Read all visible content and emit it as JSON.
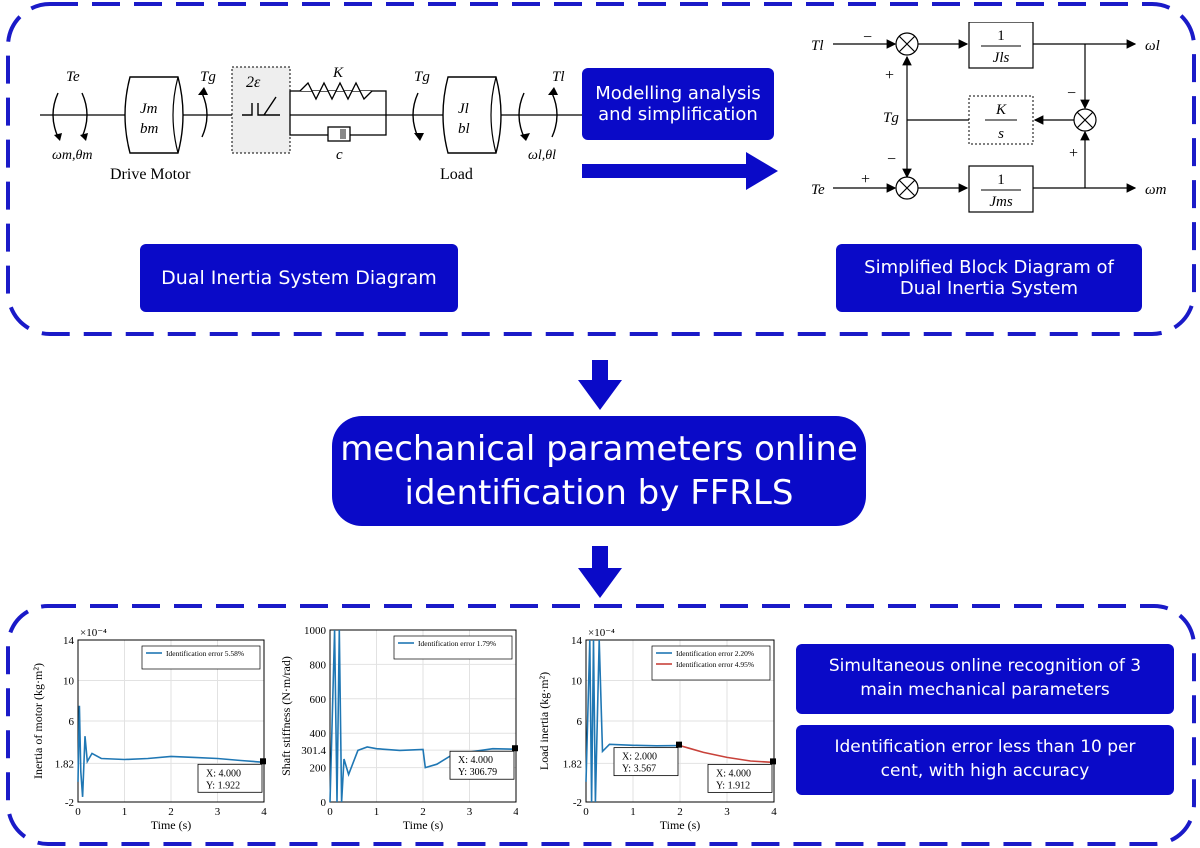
{
  "colors": {
    "accent": "#0a0ac8",
    "series_blue": "#1f77b4",
    "series_red": "#c8423a",
    "panel_fill": "#ffffff"
  },
  "top_panel": {
    "label_dual_inertia": "Dual Inertia System Diagram",
    "label_modelling": "Modelling analysis\nand simplification",
    "label_block_diagram": "Simplified Block Diagram of\nDual Inertia System",
    "mech": {
      "drive_motor": "Drive Motor",
      "load": "Load",
      "te": "Te",
      "tg1": "Tg",
      "tg2": "Tg",
      "tl": "Tl",
      "jm": "Jm",
      "bm": "bm",
      "jl": "Jl",
      "bl": "bl",
      "backlash": "2ε",
      "spring": "K",
      "damper": "c",
      "omega_m": "ωm,θm",
      "omega_l": "ωl,θl"
    },
    "block": {
      "in_tl": "Tl",
      "in_te": "Te",
      "tg": "Tg",
      "out_wl": "ωl",
      "out_wm": "ωm",
      "minus1": "−",
      "plus1": "+",
      "minus2": "−",
      "plus2": "+",
      "minus3": "−",
      "plus3": "+",
      "tf_top_num": "1",
      "tf_top_den": "Jls",
      "tf_mid_num": "K",
      "tf_mid_den": "s",
      "tf_bot_num": "1",
      "tf_bot_den": "Jms"
    }
  },
  "center_title": "mechanical parameters online\nidentification by FFRLS",
  "bottom_panel": {
    "note1": "Simultaneous online recognition of 3\nmain mechanical parameters",
    "note2": "Identification error less than 10 per\ncent, with high accuracy"
  },
  "chart_data": [
    {
      "type": "line",
      "ylabel": "Inertia of motor (kg·m²)",
      "xlabel": "Time (s)",
      "y_scale_note": "×10⁻⁴",
      "xlim": [
        0,
        4
      ],
      "ylim": [
        -2,
        14
      ],
      "xticks": [
        "0",
        "1",
        "2",
        "3",
        "4"
      ],
      "yticks": [
        "-2",
        "1.82",
        "6",
        "10",
        "14"
      ],
      "series": [
        {
          "name": "Identification error 5.58%",
          "x": [
            0,
            0.03,
            0.06,
            0.1,
            0.15,
            0.2,
            0.3,
            0.5,
            1.0,
            1.5,
            2.0,
            2.5,
            3.0,
            3.5,
            4.0
          ],
          "y": [
            0,
            7.5,
            1.0,
            -1.5,
            4.5,
            2.0,
            2.8,
            2.3,
            2.2,
            2.3,
            2.5,
            2.4,
            2.3,
            2.1,
            1.922
          ]
        }
      ],
      "datatip": {
        "x_label": "X: 4.000",
        "y_label": "Y: 1.922"
      },
      "grid": true,
      "legend": "top-right"
    },
    {
      "type": "line",
      "ylabel": "Shaft stiffness (N·m/rad)",
      "xlabel": "Time (s)",
      "xlim": [
        0,
        4
      ],
      "ylim": [
        0,
        1000
      ],
      "xticks": [
        "0",
        "1",
        "2",
        "3",
        "4"
      ],
      "yticks": [
        "0",
        "200",
        "301.4",
        "400",
        "600",
        "800",
        "1000"
      ],
      "series": [
        {
          "name": "Identification error 1.79%",
          "x": [
            0,
            0.1,
            0.15,
            0.2,
            0.25,
            0.3,
            0.4,
            0.6,
            0.8,
            1.0,
            1.5,
            2.0,
            2.05,
            2.3,
            2.6,
            3.0,
            3.5,
            4.0
          ],
          "y": [
            0,
            1000,
            0,
            1000,
            0,
            250,
            160,
            300,
            320,
            310,
            300,
            305,
            200,
            220,
            270,
            290,
            310,
            306.79
          ]
        }
      ],
      "datatip": {
        "x_label": "X: 4.000",
        "y_label": "Y: 306.79"
      },
      "grid": true,
      "legend": "top-right"
    },
    {
      "type": "line",
      "ylabel": "Load inertia (kg·m²)",
      "xlabel": "Time (s)",
      "y_scale_note": "×10⁻⁴",
      "xlim": [
        0,
        4
      ],
      "ylim": [
        -2,
        14
      ],
      "xticks": [
        "0",
        "1",
        "2",
        "3",
        "4"
      ],
      "yticks": [
        "-2",
        "1.82",
        "6",
        "10",
        "14"
      ],
      "series": [
        {
          "name": "Identification error 2.20%",
          "x": [
            0,
            0.08,
            0.12,
            0.16,
            0.2,
            0.28,
            0.35,
            0.5,
            1.0,
            1.5,
            2.0
          ],
          "y": [
            0,
            14,
            -2,
            14,
            -2,
            14,
            3.0,
            3.7,
            3.6,
            3.55,
            3.567
          ]
        },
        {
          "name": "Identification error 4.95%",
          "x": [
            2.0,
            2.2,
            2.5,
            3.0,
            3.5,
            4.0
          ],
          "y": [
            3.567,
            3.3,
            2.9,
            2.4,
            2.05,
            1.912
          ]
        }
      ],
      "datatips": [
        {
          "x_label": "X: 2.000",
          "y_label": "Y: 3.567"
        },
        {
          "x_label": "X: 4.000",
          "y_label": "Y: 1.912"
        }
      ],
      "grid": true,
      "legend": "top-right"
    }
  ]
}
